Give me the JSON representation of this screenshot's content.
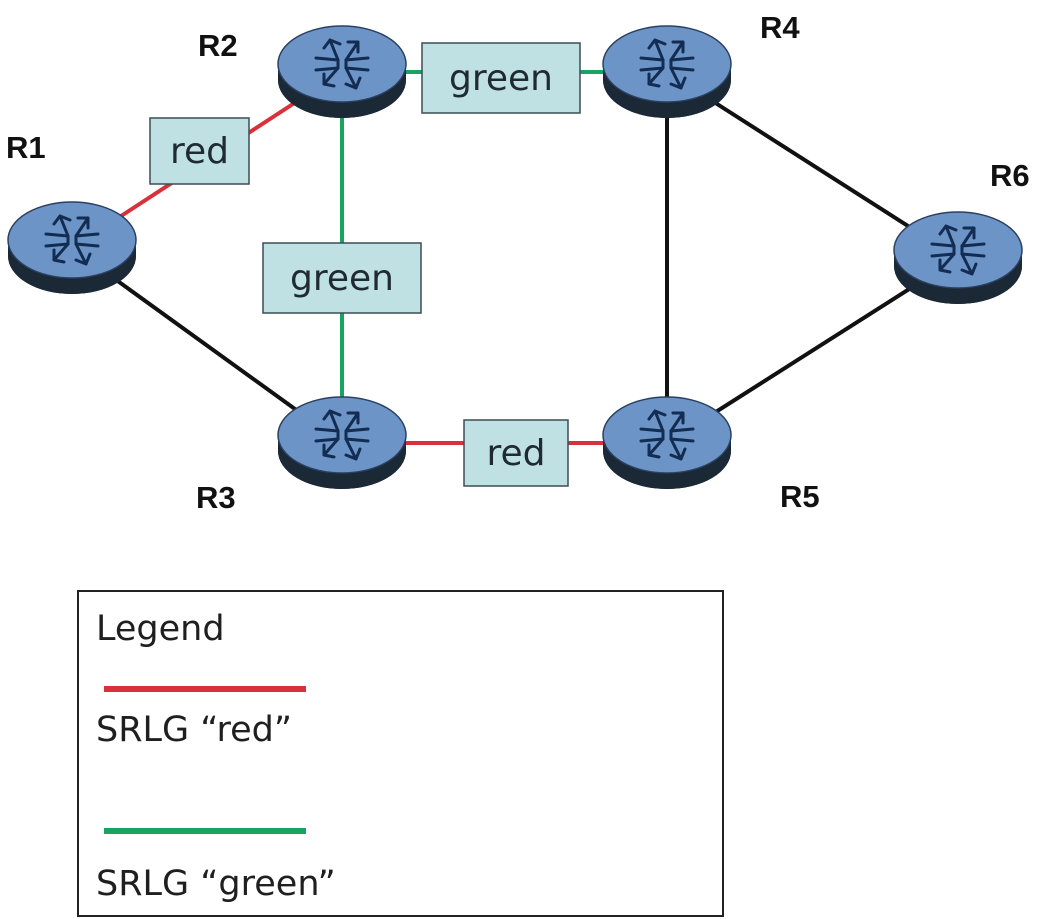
{
  "colors": {
    "red": "#d9313a",
    "green": "#19a361",
    "black": "#111111",
    "router_top": "#6c94c7",
    "router_side": "#1b2835",
    "router_arrow": "#132c52",
    "label_fill": "#bfe1e3"
  },
  "routers": [
    {
      "id": "R1",
      "label": "R1",
      "icon": "router-icon"
    },
    {
      "id": "R2",
      "label": "R2",
      "icon": "router-icon"
    },
    {
      "id": "R3",
      "label": "R3",
      "icon": "router-icon"
    },
    {
      "id": "R4",
      "label": "R4",
      "icon": "router-icon"
    },
    {
      "id": "R5",
      "label": "R5",
      "icon": "router-icon"
    },
    {
      "id": "R6",
      "label": "R6",
      "icon": "router-icon"
    }
  ],
  "links": [
    {
      "from": "R1",
      "to": "R2",
      "srlg": "red",
      "label": "red"
    },
    {
      "from": "R2",
      "to": "R4",
      "srlg": "green",
      "label": "green"
    },
    {
      "from": "R2",
      "to": "R3",
      "srlg": "green",
      "label": "green"
    },
    {
      "from": "R3",
      "to": "R5",
      "srlg": "red",
      "label": "red"
    },
    {
      "from": "R1",
      "to": "R3",
      "srlg": "none",
      "label": ""
    },
    {
      "from": "R4",
      "to": "R5",
      "srlg": "none",
      "label": ""
    },
    {
      "from": "R4",
      "to": "R6",
      "srlg": "none",
      "label": ""
    },
    {
      "from": "R5",
      "to": "R6",
      "srlg": "none",
      "label": ""
    }
  ],
  "legend": {
    "title": "Legend",
    "items": [
      {
        "srlg": "red",
        "label": "SRLG “red”"
      },
      {
        "srlg": "green",
        "label": "SRLG “green”"
      }
    ]
  }
}
